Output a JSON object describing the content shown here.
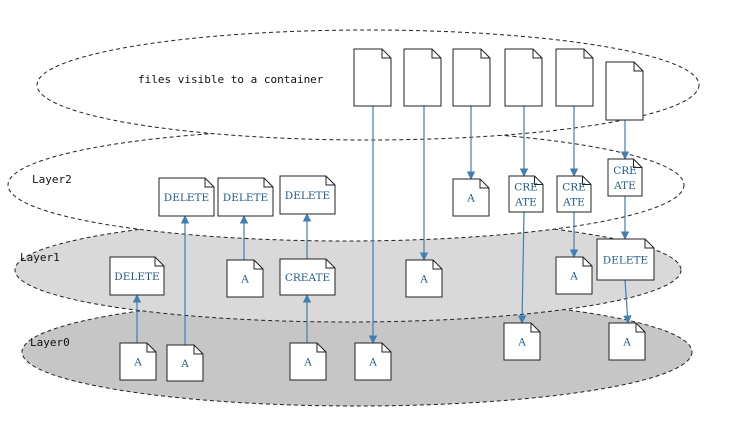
{
  "colors": {
    "layer2_fill": "#ffffff",
    "layer1_fill": "#d9d9d9",
    "layer0_fill": "#c6c6c6",
    "arrow": "#3f7fb4",
    "doc_text": "#1f5a8a"
  },
  "labels": {
    "container_files": "files visible to a container",
    "layer2": "Layer2",
    "layer1": "Layer1",
    "layer0": "Layer0"
  },
  "documents": {
    "top_1": [
      ""
    ],
    "top_2": [
      ""
    ],
    "top_3": [
      ""
    ],
    "top_4": [
      ""
    ],
    "top_5": [
      ""
    ],
    "top_6": [
      ""
    ],
    "l2_delete_1": [
      "DELETE"
    ],
    "l2_delete_2": [
      "DELETE"
    ],
    "l2_delete_3": [
      "DELETE"
    ],
    "l2_a": [
      "A"
    ],
    "l2_create_1": [
      "CRE",
      "ATE"
    ],
    "l2_create_2": [
      "CRE",
      "ATE"
    ],
    "l2_create_3": [
      "CRE",
      "ATE"
    ],
    "l1_delete_1": [
      "DELETE"
    ],
    "l1_a_1": [
      "A"
    ],
    "l1_create": [
      "CREATE"
    ],
    "l1_a_2": [
      "A"
    ],
    "l1_a_3": [
      "A"
    ],
    "l1_delete_2": [
      "DELETE"
    ],
    "l0_a_1": [
      "A"
    ],
    "l0_a_2": [
      "A"
    ],
    "l0_a_3": [
      "A"
    ],
    "l0_a_4": [
      "A"
    ],
    "l0_a_5": [
      "A"
    ],
    "l0_a_6": [
      "A"
    ]
  }
}
